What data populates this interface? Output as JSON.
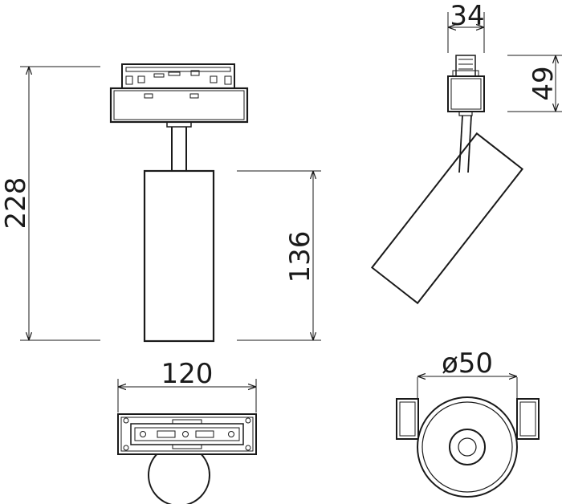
{
  "drawing": {
    "dimensions": {
      "total_height": "228",
      "body_height": "136",
      "top_width": "34",
      "top_height": "49",
      "base_width": "120",
      "diameter": "ø50"
    }
  }
}
